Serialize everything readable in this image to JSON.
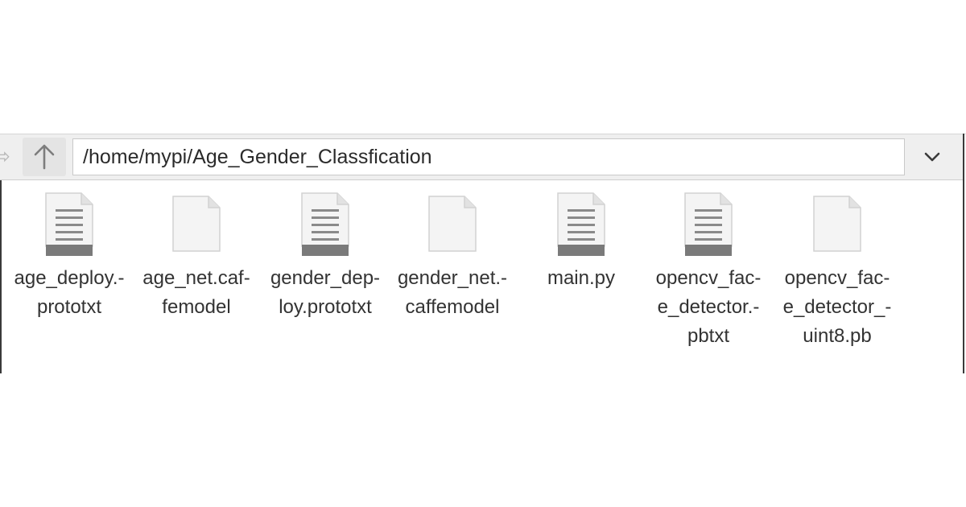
{
  "toolbar": {
    "forward_icon": "forward-arrow-icon",
    "up_icon": "up-arrow-icon",
    "address_path": "/home/mypi/Age_Gender_Classfication",
    "dropdown_icon": "chevron-down-icon"
  },
  "files": [
    {
      "name_lines": [
        "age_deploy.-",
        "prototxt"
      ],
      "icon": "text-file-icon"
    },
    {
      "name_lines": [
        "age_net.caf-",
        "femodel"
      ],
      "icon": "blank-file-icon"
    },
    {
      "name_lines": [
        "gender_dep-",
        "loy.prototxt"
      ],
      "icon": "text-file-icon"
    },
    {
      "name_lines": [
        "gender_net.-",
        "caffemodel"
      ],
      "icon": "blank-file-icon"
    },
    {
      "name_lines": [
        "main.py"
      ],
      "icon": "text-file-icon"
    },
    {
      "name_lines": [
        "opencv_fac-",
        "e_detector.-",
        "pbtxt"
      ],
      "icon": "text-file-icon"
    },
    {
      "name_lines": [
        "opencv_fac-",
        "e_detector_-",
        "uint8.pb"
      ],
      "icon": "blank-file-icon"
    }
  ],
  "colors": {
    "toolbar_bg": "#efefef",
    "address_text": "#2b2b2b",
    "file_label": "#333333",
    "icon_page": "#f4f4f4",
    "icon_band": "#7a7a7a"
  }
}
